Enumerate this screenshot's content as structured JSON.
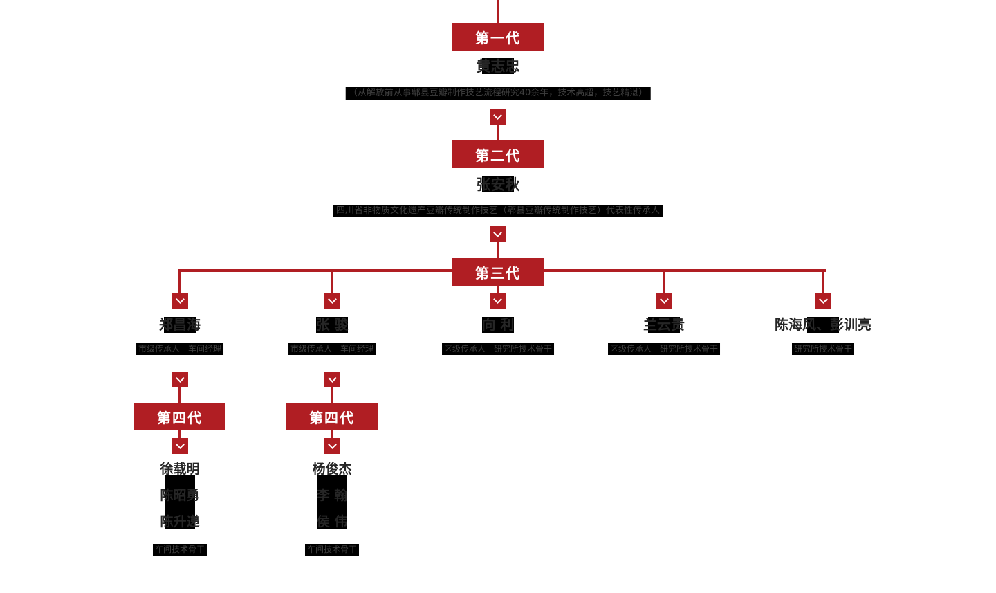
{
  "colors": {
    "accent_red": "#b01e23",
    "artifact_black": "#000000",
    "name_text": "#262626",
    "subtitle_text": "#3f3f3f",
    "background": "#ffffff"
  },
  "tree": {
    "gen1": {
      "label": "第一代",
      "name": "黄志忠",
      "description": "（从解放前从事郫县豆瓣制作技艺流程研究40余年，技术高超，技艺精湛）"
    },
    "gen2": {
      "label": "第二代",
      "name": "张安秋",
      "description": "四川省非物质文化遗产豆瓣传统制作技艺（郫县豆瓣传统制作技艺）代表性传承人"
    },
    "gen3": {
      "label": "第三代",
      "branches": [
        {
          "name": "郑昌海",
          "title": "市级传承人 - 车间经理"
        },
        {
          "name": "张 骏",
          "title": "市级传承人 - 车间经理"
        },
        {
          "name": "向 利",
          "title": "区级传承人 - 研究所技术骨干"
        },
        {
          "name": "兰云贵",
          "title": "区级传承人 - 研究所技术骨干"
        },
        {
          "name": "陈海风、彭训亮",
          "title": "研究所技术骨干"
        }
      ]
    },
    "gen4": {
      "label": "第四代",
      "groups": [
        {
          "members": [
            "徐载明",
            "陈昭勇",
            "陈升递"
          ],
          "title": "车间技术骨干"
        },
        {
          "members": [
            "杨俊杰",
            "李 翰",
            "侯 伟"
          ],
          "title": "车间技术骨干"
        }
      ]
    }
  }
}
